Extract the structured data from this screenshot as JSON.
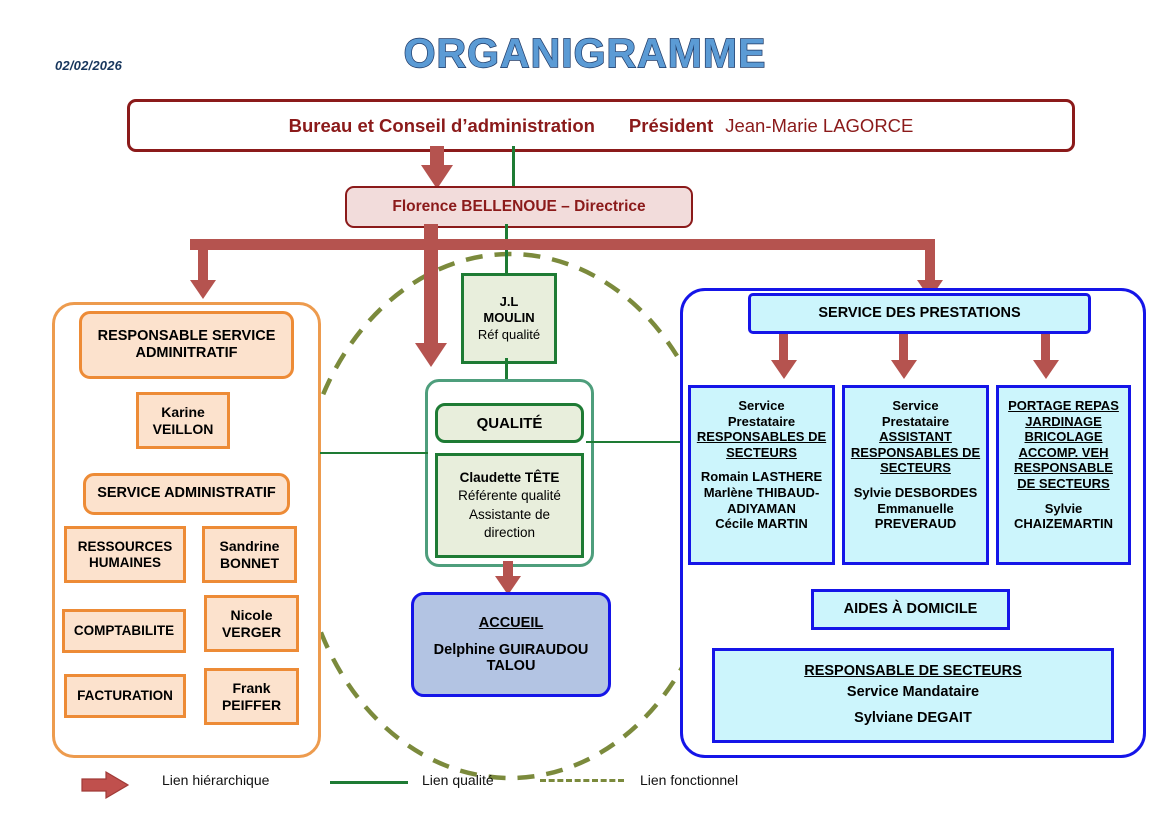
{
  "header": {
    "date": "02/02/2026",
    "title": "ORGANIGRAMME"
  },
  "board": {
    "label": "Bureau et Conseil d’administration",
    "role": "Président",
    "name": "Jean-Marie LAGORCE"
  },
  "director": {
    "label": "Florence BELLENOUE – Directrice"
  },
  "admin_panel": {
    "head_box": {
      "line1": "RESPONSABLE SERVICE",
      "line2": "ADMINITRATIF"
    },
    "head_person": {
      "line1": "Karine",
      "line2": "VEILLON"
    },
    "service_box": "SERVICE ADMINISTRATIF",
    "functions": [
      {
        "line1": "RESSOURCES",
        "line2": "HUMAINES"
      },
      {
        "line1": "COMPTABILITE",
        "line2": ""
      },
      {
        "line1": "FACTURATION",
        "line2": ""
      }
    ],
    "people": [
      {
        "line1": "Sandrine",
        "line2": "BONNET"
      },
      {
        "line1": "Nicole",
        "line2": "VERGER"
      },
      {
        "line1": "Frank",
        "line2": "PEIFFER"
      }
    ]
  },
  "quality": {
    "ref_box": {
      "line1": "J.L",
      "line2": "MOULIN",
      "line3": "Réf qualité"
    },
    "title": "QUALITÉ",
    "person": {
      "name": "Claudette TÊTE",
      "role1": "Référente qualité",
      "role2": "Assistante de",
      "role3": "direction"
    }
  },
  "accueil": {
    "title": "ACCUEIL",
    "line1": "Delphine GUIRAUDOU",
    "line2": "TALOU"
  },
  "prestations": {
    "title": "SERVICE DES PRESTATIONS",
    "services": [
      {
        "heading": [
          "Service",
          "Prestataire"
        ],
        "underlined": [
          "RESPONSABLES DE",
          "SECTEURS"
        ],
        "people": [
          "Romain LASTHERE",
          "Marlène THIBAUD-",
          "ADIYAMAN",
          "Cécile MARTIN"
        ]
      },
      {
        "heading": [
          "Service",
          "Prestataire"
        ],
        "underlined": [
          "ASSISTANT",
          "RESPONSABLES DE",
          "SECTEURS"
        ],
        "people": [
          "Sylvie DESBORDES",
          "Emmanuelle",
          "PREVERAUD"
        ]
      },
      {
        "heading": [],
        "underlined": [
          "PORTAGE REPAS",
          "JARDINAGE",
          "BRICOLAGE",
          "ACCOMP. VEH",
          "RESPONSABLE",
          "DE SECTEURS"
        ],
        "people": [
          "Sylvie",
          "CHAIZEMARTIN"
        ]
      }
    ],
    "aides_label": "AIDES À DOMICILE",
    "mandataire": {
      "title": "RESPONSABLE DE SECTEURS",
      "line1": "Service Mandataire",
      "line2": "Sylviane DEGAIT"
    }
  },
  "legend": {
    "hierarchy": "Lien hiérarchique",
    "quality": "Lien qualité",
    "functional": "Lien fonctionnel"
  },
  "colors": {
    "title_blue": "#5B9BD5",
    "dark_red": "#8B1A1A",
    "arrow_red": "#B5534F",
    "orange": "#ED8B36",
    "orange_fill": "#FCE2CD",
    "green": "#1E7B34",
    "green_fill": "#E8EEDC",
    "blue": "#1515E8",
    "cyan_fill": "#CCF5FC",
    "accueil_fill": "#B3C4E3",
    "olive_dash": "#7B8A3C"
  }
}
